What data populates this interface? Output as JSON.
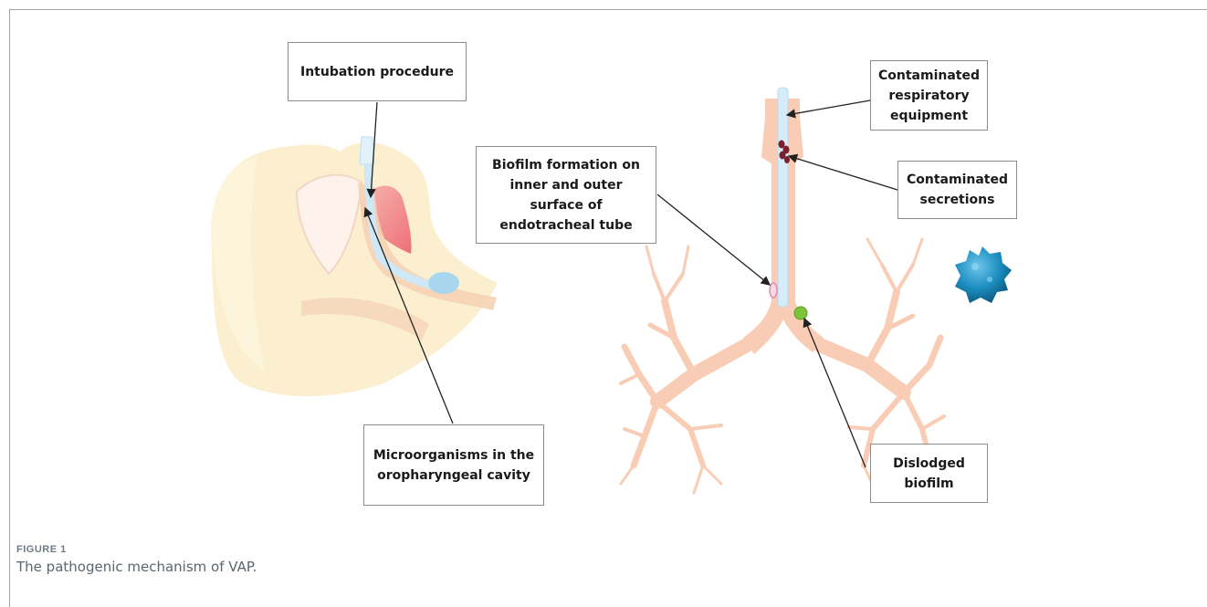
{
  "labels": {
    "intubation": "Intubation procedure",
    "microorganisms": "Microorganisms in the oropharyngeal cavity",
    "biofilm_formation": "Biofilm formation on inner and outer surface of endotracheal tube",
    "contaminated_equipment": "Contaminated respiratory equipment",
    "contaminated_secretions": "Contaminated secretions",
    "dislodged_biofilm": "Dislodged biofilm"
  },
  "figure": {
    "number": "FIGURE 1",
    "caption": "The pathogenic mechanism of VAP."
  },
  "colors": {
    "airway": "#f9cdb5",
    "head": "#fbedc2",
    "tube": "#cfe8f6",
    "bacterium": "#1c8ec0",
    "secretion": "#7a1f2e",
    "dislodged": "#7dc43a",
    "biofilm": "#e08aa8"
  }
}
